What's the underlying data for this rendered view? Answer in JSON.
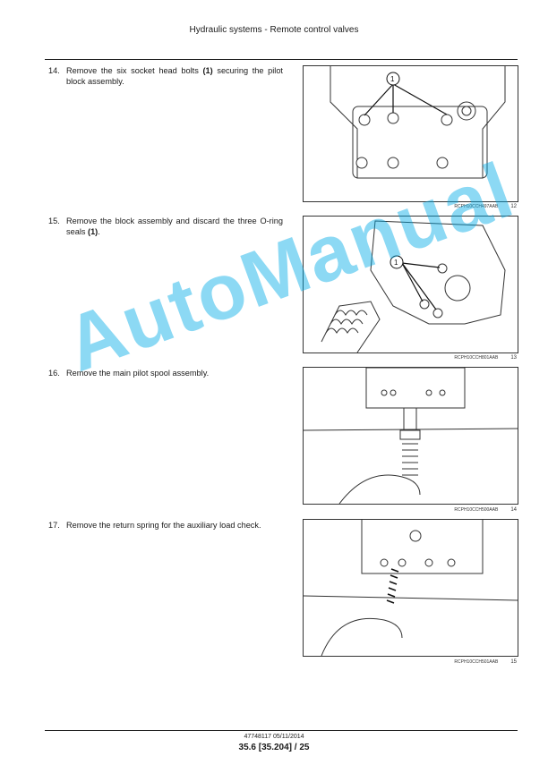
{
  "header": {
    "title": "Hydraulic systems - Remote control valves"
  },
  "steps": [
    {
      "number": "14.",
      "text_before": "Remove the six socket head bolts ",
      "bold": "(1)",
      "text_after": " securing the pilot block assembly.",
      "figure": {
        "code": "RCPH10CCH497AAB",
        "number": "12"
      }
    },
    {
      "number": "15.",
      "text_before": "Remove the block assembly and discard the three O-ring seals ",
      "bold": "(1)",
      "text_after": ".",
      "figure": {
        "code": "RCPH10CCH801AAB",
        "number": "13"
      }
    },
    {
      "number": "16.",
      "text_before": "Remove the main pilot spool assembly.",
      "bold": "",
      "text_after": "",
      "figure": {
        "code": "RCPH10CCH500AAB",
        "number": "14"
      }
    },
    {
      "number": "17.",
      "text_before": "Remove the return spring for the auxiliary load check.",
      "bold": "",
      "text_after": "",
      "figure": {
        "code": "RCPH10CCH501AAB",
        "number": "15"
      }
    }
  ],
  "callout_label": "1",
  "watermark": "AutoManual",
  "footer": {
    "code": "47748117 05/11/2014",
    "page": "35.6 [35.204] / 25"
  },
  "colors": {
    "watermark": "#00aae6",
    "rule": "#222222"
  }
}
